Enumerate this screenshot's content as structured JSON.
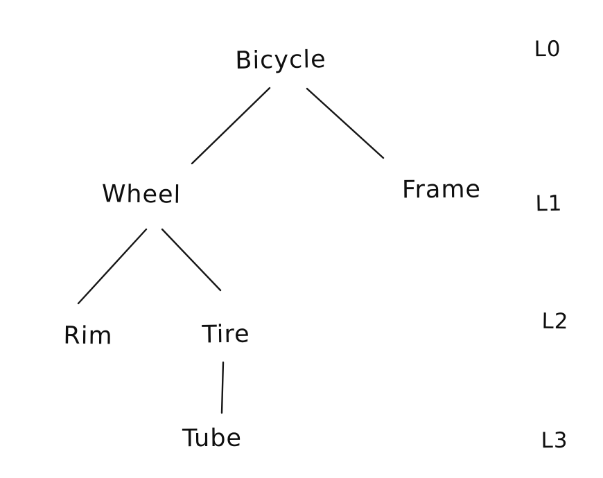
{
  "diagram": {
    "type": "tree",
    "nodes": {
      "bicycle": {
        "label": "Bicycle",
        "level": "L0"
      },
      "wheel": {
        "label": "Wheel",
        "level": "L1"
      },
      "frame": {
        "label": "Frame",
        "level": "L1"
      },
      "rim": {
        "label": "Rim",
        "level": "L2"
      },
      "tire": {
        "label": "Tire",
        "level": "L2"
      },
      "tube": {
        "label": "Tube",
        "level": "L3"
      }
    },
    "edges": [
      {
        "from": "Bicycle",
        "to": "Wheel"
      },
      {
        "from": "Bicycle",
        "to": "Frame"
      },
      {
        "from": "Wheel",
        "to": "Rim"
      },
      {
        "from": "Wheel",
        "to": "Tire"
      },
      {
        "from": "Tire",
        "to": "Tube"
      }
    ],
    "level_labels": {
      "l0": "L0",
      "l1": "L1",
      "l2": "L2",
      "l3": "L3"
    },
    "colors": {
      "ink": "#111111",
      "background": "#ffffff"
    }
  }
}
